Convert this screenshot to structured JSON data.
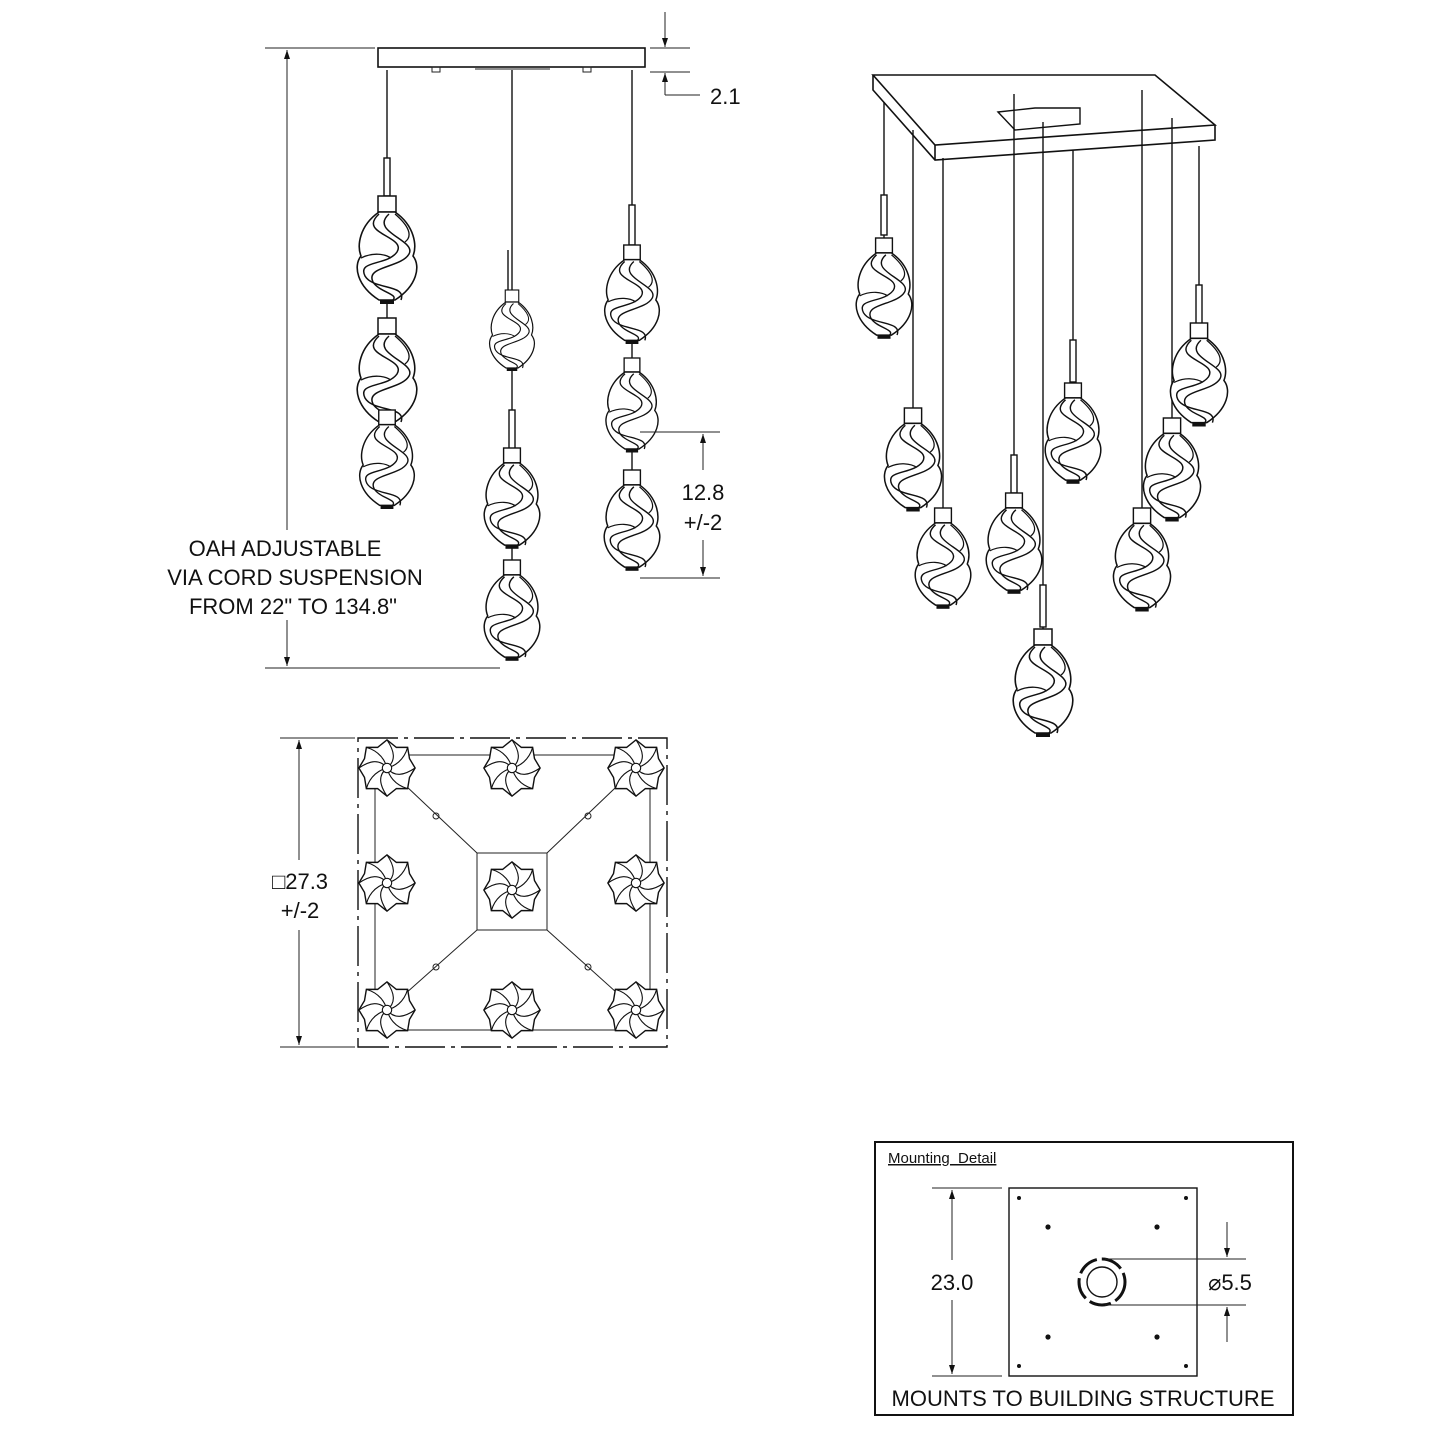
{
  "front_view": {
    "canopy_thickness": "2.1",
    "pendant_spacing": "12.8",
    "pendant_spacing_tolerance": "+/-2",
    "oah_line1": "OAH ADJUSTABLE",
    "oah_line2": "VIA CORD SUSPENSION",
    "oah_line3": "FROM 22\" TO 134.8\""
  },
  "plan_view": {
    "size": "□27.3",
    "size_tolerance": "+/-2"
  },
  "mounting_detail": {
    "title": "Mounting  Detail",
    "plate_height": "23.0",
    "hole_diameter": "⌀5.5",
    "note": "MOUNTS TO BUILDING STRUCTURE"
  },
  "colors": {
    "line": "#111111",
    "background": "#ffffff"
  }
}
